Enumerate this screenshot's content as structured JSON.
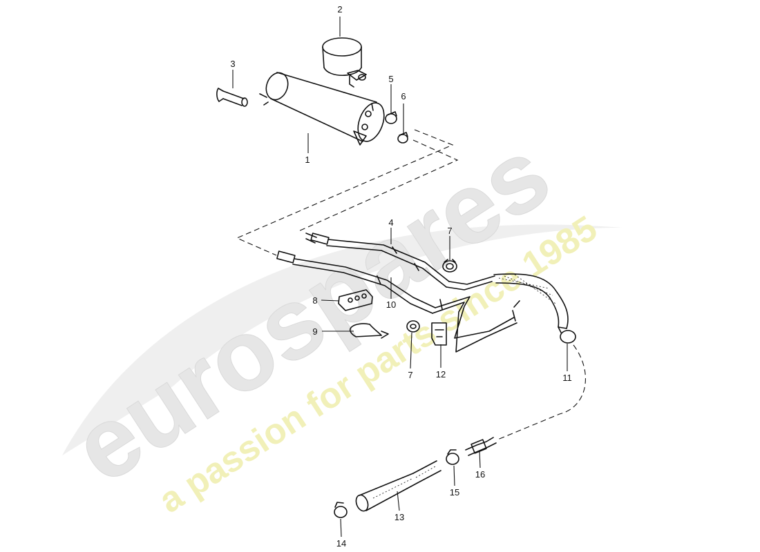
{
  "diagram": {
    "part_numbers": [
      {
        "id": "p1",
        "label": "1"
      },
      {
        "id": "p2",
        "label": "2"
      },
      {
        "id": "p3",
        "label": "3"
      },
      {
        "id": "p4",
        "label": "4"
      },
      {
        "id": "p5",
        "label": "5"
      },
      {
        "id": "p6",
        "label": "6"
      },
      {
        "id": "p7a",
        "label": "7"
      },
      {
        "id": "p7b",
        "label": "7"
      },
      {
        "id": "p8",
        "label": "8"
      },
      {
        "id": "p9",
        "label": "9"
      },
      {
        "id": "p10",
        "label": "10"
      },
      {
        "id": "p11",
        "label": "11"
      },
      {
        "id": "p12",
        "label": "12"
      },
      {
        "id": "p13",
        "label": "13"
      },
      {
        "id": "p14",
        "label": "14"
      },
      {
        "id": "p15",
        "label": "15"
      },
      {
        "id": "p16",
        "label": "16"
      }
    ]
  },
  "watermark": {
    "brand": "eurospares",
    "tagline": "a passion for parts since 1985",
    "brand_color": "#e6e6e6",
    "tagline_color": "#f1f0b8"
  }
}
